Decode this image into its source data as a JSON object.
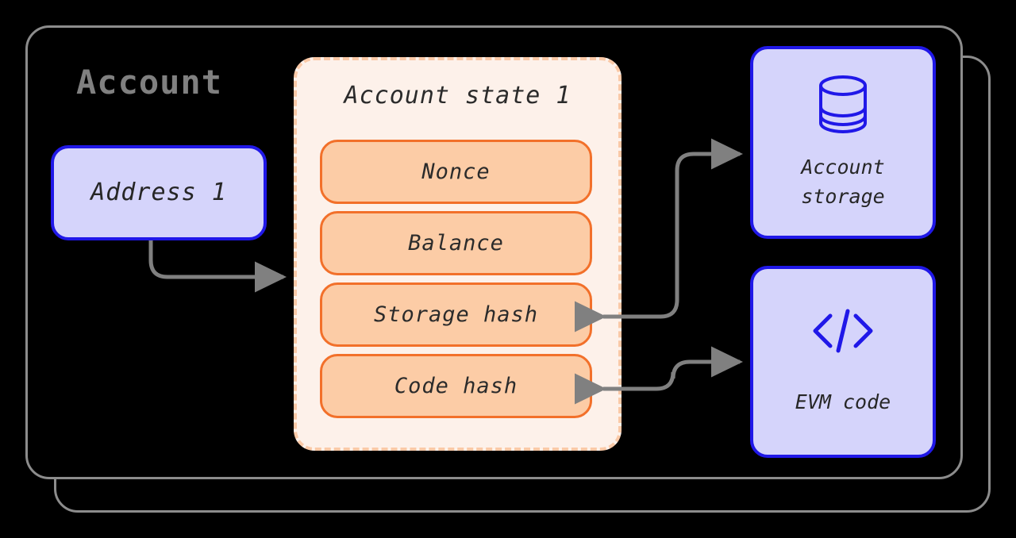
{
  "diagram": {
    "title": "Account",
    "account_box": {
      "address_label": "Address 1"
    },
    "account_state": {
      "title": "Account state 1",
      "fields": [
        {
          "label": "Nonce"
        },
        {
          "label": "Balance"
        },
        {
          "label": "Storage hash"
        },
        {
          "label": "Code hash"
        }
      ]
    },
    "side_nodes": [
      {
        "icon": "database-icon",
        "label": "Account\nstorage"
      },
      {
        "icon": "code-brackets-icon",
        "label": "EVM code"
      }
    ],
    "connectors": [
      {
        "name": "address-to-account-state",
        "from": "Address 1",
        "to": "Account state 1",
        "direction": "one-way"
      },
      {
        "name": "storage-hash-to-account-storage",
        "from": "Storage hash",
        "to": "Account storage",
        "direction": "two-way"
      },
      {
        "name": "code-hash-to-evm-code",
        "from": "Code hash",
        "to": "EVM code",
        "direction": "two-way"
      }
    ],
    "colors": {
      "background": "#000000",
      "card_border": "#8c8c8c",
      "title_gray": "#808080",
      "blue_fill": "#d5d4fb",
      "blue_border": "#2018e8",
      "panel_fill": "#fdf1ea",
      "panel_border": "#fac9a7",
      "pill_fill": "#fccca6",
      "pill_border": "#f2702a",
      "arrow_gray": "#808080",
      "text_dark": "#2b2b2b"
    }
  }
}
